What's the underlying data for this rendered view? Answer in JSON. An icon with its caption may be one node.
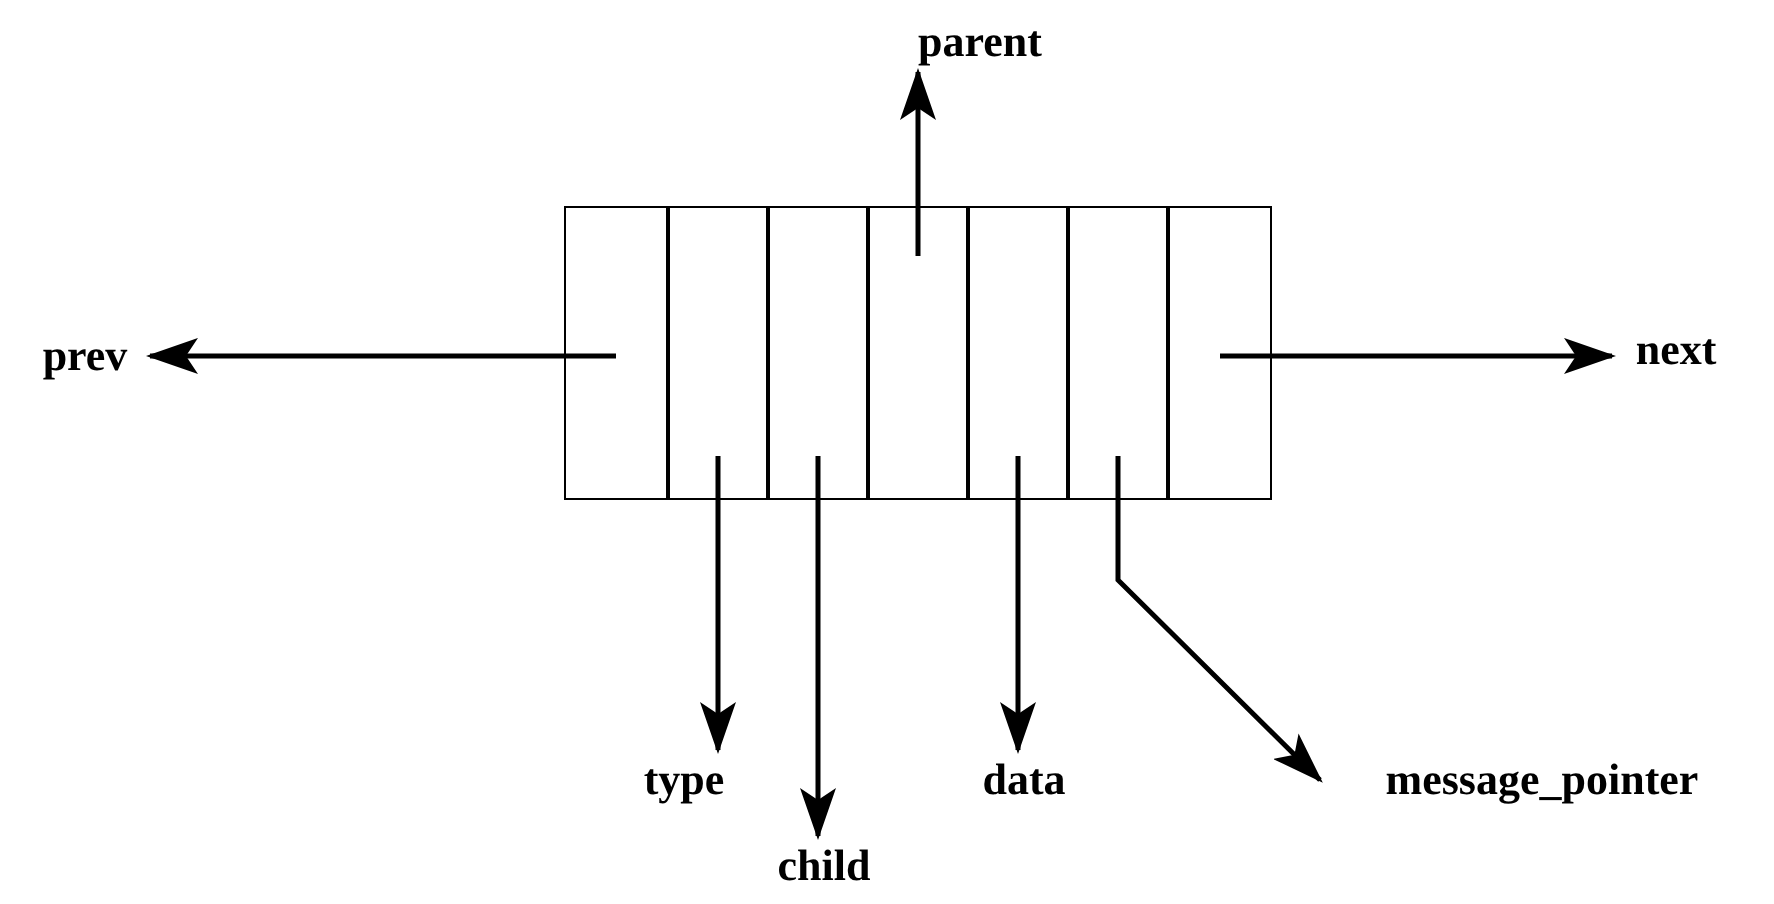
{
  "diagram": {
    "nodes": [
      {
        "text": [
          "parent"
        ]
      },
      {
        "text": [
          "prev"
        ]
      },
      {
        "text": [],
        "shape": "box"
      },
      {
        "text": [],
        "shape": "box",
        "in": 2
      },
      {
        "text": [],
        "shape": "box",
        "in": 2
      },
      {
        "text": [],
        "shape": "box",
        "in": 2
      },
      {
        "text": [],
        "shape": "box",
        "in": 2
      },
      {
        "text": [],
        "shape": "box",
        "in": 2
      },
      {
        "text": [],
        "shape": "box",
        "in": 2
      },
      {
        "text": [],
        "shape": "box",
        "in": 2
      },
      {
        "text": [
          "next"
        ]
      },
      {
        "text": [
          "type"
        ]
      },
      {
        "text": [
          "data"
        ]
      },
      {
        "text": [
          "message_pointer"
        ]
      },
      {
        "text": [
          "child"
        ]
      }
    ],
    "edges": [
      {
        "from": 3,
        "to": 1,
        "arrow": "to"
      },
      {
        "from": 6,
        "to": 0,
        "arrow": "to"
      },
      {
        "from": 9,
        "to": 10,
        "arrow": "to"
      },
      {
        "from": 4,
        "to": 11,
        "arrow": "to"
      },
      {
        "from": 5,
        "to": 14,
        "arrow": "to"
      },
      {
        "from": 7,
        "to": 12,
        "arrow": "to"
      },
      {
        "from": 8,
        "to": 13,
        "arrow": "to"
      }
    ]
  }
}
